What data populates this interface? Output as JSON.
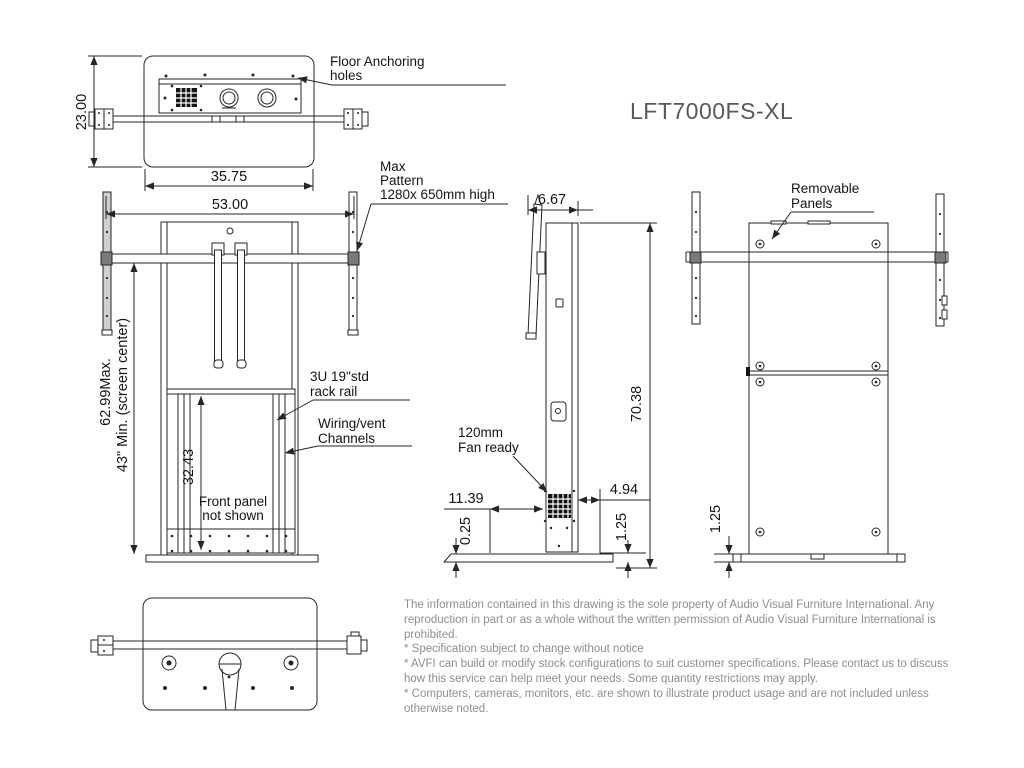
{
  "title": "LFT7000FS-XL",
  "labels": {
    "floor_anchoring_1": "Floor Anchoring",
    "floor_anchoring_2": "holes",
    "max_pattern_1": "Max",
    "max_pattern_2": "Pattern",
    "max_pattern_3": "1280x 650mm high",
    "rack_rail_1": "3U  19\"std",
    "rack_rail_2": "rack rail",
    "wiring_1": "Wiring/vent",
    "wiring_2": "Channels",
    "front_panel_1": "Front panel",
    "front_panel_2": "not shown",
    "fan_1": "120mm",
    "fan_2": "Fan ready",
    "removable_1": "Removable",
    "removable_2": "Panels"
  },
  "dimensions": {
    "top_height": "23.00",
    "top_inner_width": "35.75",
    "front_width": "53.00",
    "screen_center_max": "62.99Max.",
    "screen_center_min": "43\" Min. (screen center)",
    "rack_height": "32.43",
    "side_depth_top": "6.67",
    "side_total_height": "70.38",
    "side_fan_offset": "11.39",
    "side_rear_offset": "4.94",
    "side_base_thickness": "0.25",
    "side_base_height": "1.25",
    "rear_base_height": "1.25"
  },
  "disclaimer": {
    "para": "The information contained in this drawing is the sole property of Audio Visual Furniture International. Any reproduction in part or as a whole without the written permission of Audio Visual Furniture International is prohibited.",
    "note1": "* Specification subject to change without notice",
    "note2": "* AVFI can build or modify stock configurations to suit customer specifications. Please contact us to discuss how this service can help meet your needs. Some quantity restrictions may apply.",
    "note3": "* Computers, cameras, monitors, etc. are shown to illustrate product usage and are not included unless otherwise noted."
  },
  "colors": {
    "line": "#262626",
    "title_text": "#595959",
    "disclaimer_text": "#8e8e8e",
    "rail_fill": "#cfcfcf"
  }
}
